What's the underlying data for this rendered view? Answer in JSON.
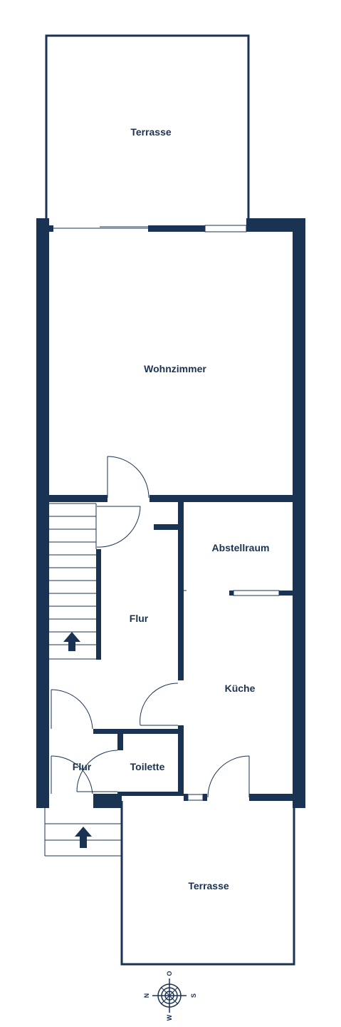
{
  "colors": {
    "wall": "#1b3353",
    "background": "#ffffff",
    "thin_line": "#1b3353"
  },
  "rooms": {
    "terrasse_top": "Terrasse",
    "wohnzimmer": "Wohnzimmer",
    "abstellraum": "Abstellraum",
    "flur_main": "Flur",
    "kueche": "Küche",
    "flur_small": "Flur",
    "toilette": "Toilette",
    "terrasse_bottom": "Terrasse"
  },
  "compass": {
    "north": "N",
    "south": "S",
    "east": "O",
    "west": "W"
  }
}
